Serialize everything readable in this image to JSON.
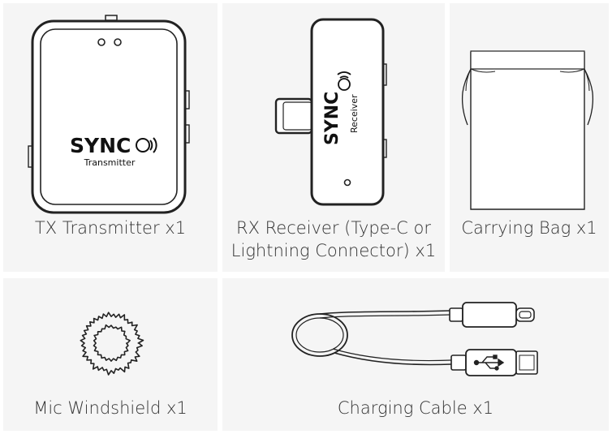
{
  "items": [
    {
      "label": "TX Transmitter x1"
    },
    {
      "label_line1": "RX Receiver (Type-C or",
      "label_line2": "Lightning Connector) x1"
    },
    {
      "label": "Carrying Bag x1"
    },
    {
      "label": "Mic Windshield x1"
    },
    {
      "label": "Charging Cable x1"
    }
  ],
  "transmitter": {
    "brand": "SYNC",
    "model_text": "Transmitter"
  },
  "receiver": {
    "brand": "SYNC",
    "model_text": "Receiver"
  },
  "colors": {
    "panel": "#f5f5f5",
    "stroke": "#222222",
    "text": "#333333"
  }
}
